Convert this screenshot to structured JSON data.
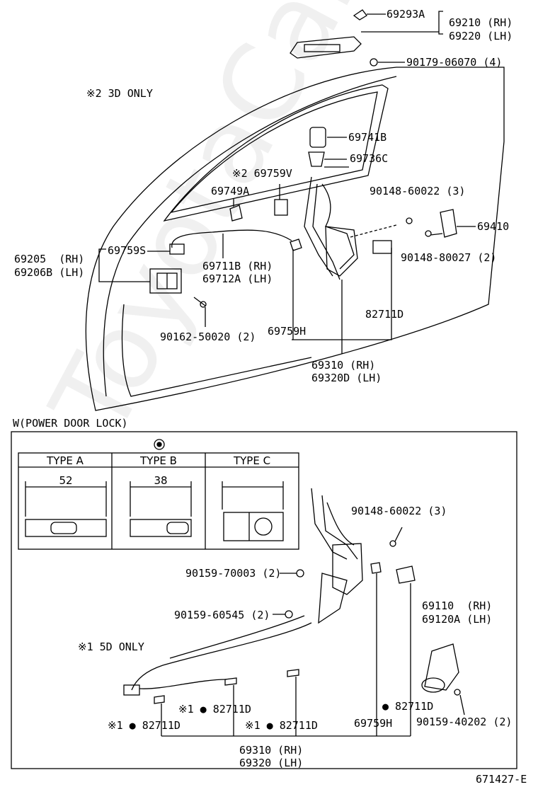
{
  "labels": {
    "p69293A": "69293A",
    "p69210": "69210 (RH)",
    "p69220": "69220 (LH)",
    "p90179": "90179-06070 (4)",
    "note3d": "※2 3D ONLY",
    "p69741B": "69741B",
    "p69736C": "69736C",
    "p69759V": "※2 69759V",
    "p69749A": "69749A",
    "p90148a": "90148-60022 (3)",
    "p69410": "69410",
    "p90148b": "90148-80027 (2)",
    "p69759S": "69759S",
    "p69205": "69205  (RH)",
    "p69206B": "69206B (LH)",
    "p69711B": "69711B (RH)",
    "p69712A": "69712A (LH)",
    "p82711D_top": "82711D",
    "p90162": "90162-50020 (2)",
    "p69759H_top": "69759H",
    "p69310_top": "69310 (RH)",
    "p69320D": "69320D (LH)",
    "powerlock": "W(POWER DOOR LOCK)",
    "typeA": "TYPE A",
    "typeB": "TYPE B",
    "typeC": "TYPE C",
    "dimA": "52",
    "dimB": "38",
    "p90148c": "90148-60022 (3)",
    "p90159a": "90159-70003 (2)",
    "p90159b": "90159-60545 (2)",
    "p69110": "69110  (RH)",
    "p69120A": "69120A (LH)",
    "note5d": "※1 5D ONLY",
    "p82711D_b1": "※1 ● 82711D",
    "p82711D_b2": "● 82711D",
    "p82711D_b3": "※1 ● 82711D",
    "p82711D_b4": "※1 ● 82711D",
    "p90159c": "90159-40202 (2)",
    "p69759H_bot": "69759H",
    "p69310_bot": "69310 (RH)",
    "p69320": "69320 (LH)",
    "figno": "671427-E",
    "watermark": "ToyotaCarMine.ru"
  }
}
